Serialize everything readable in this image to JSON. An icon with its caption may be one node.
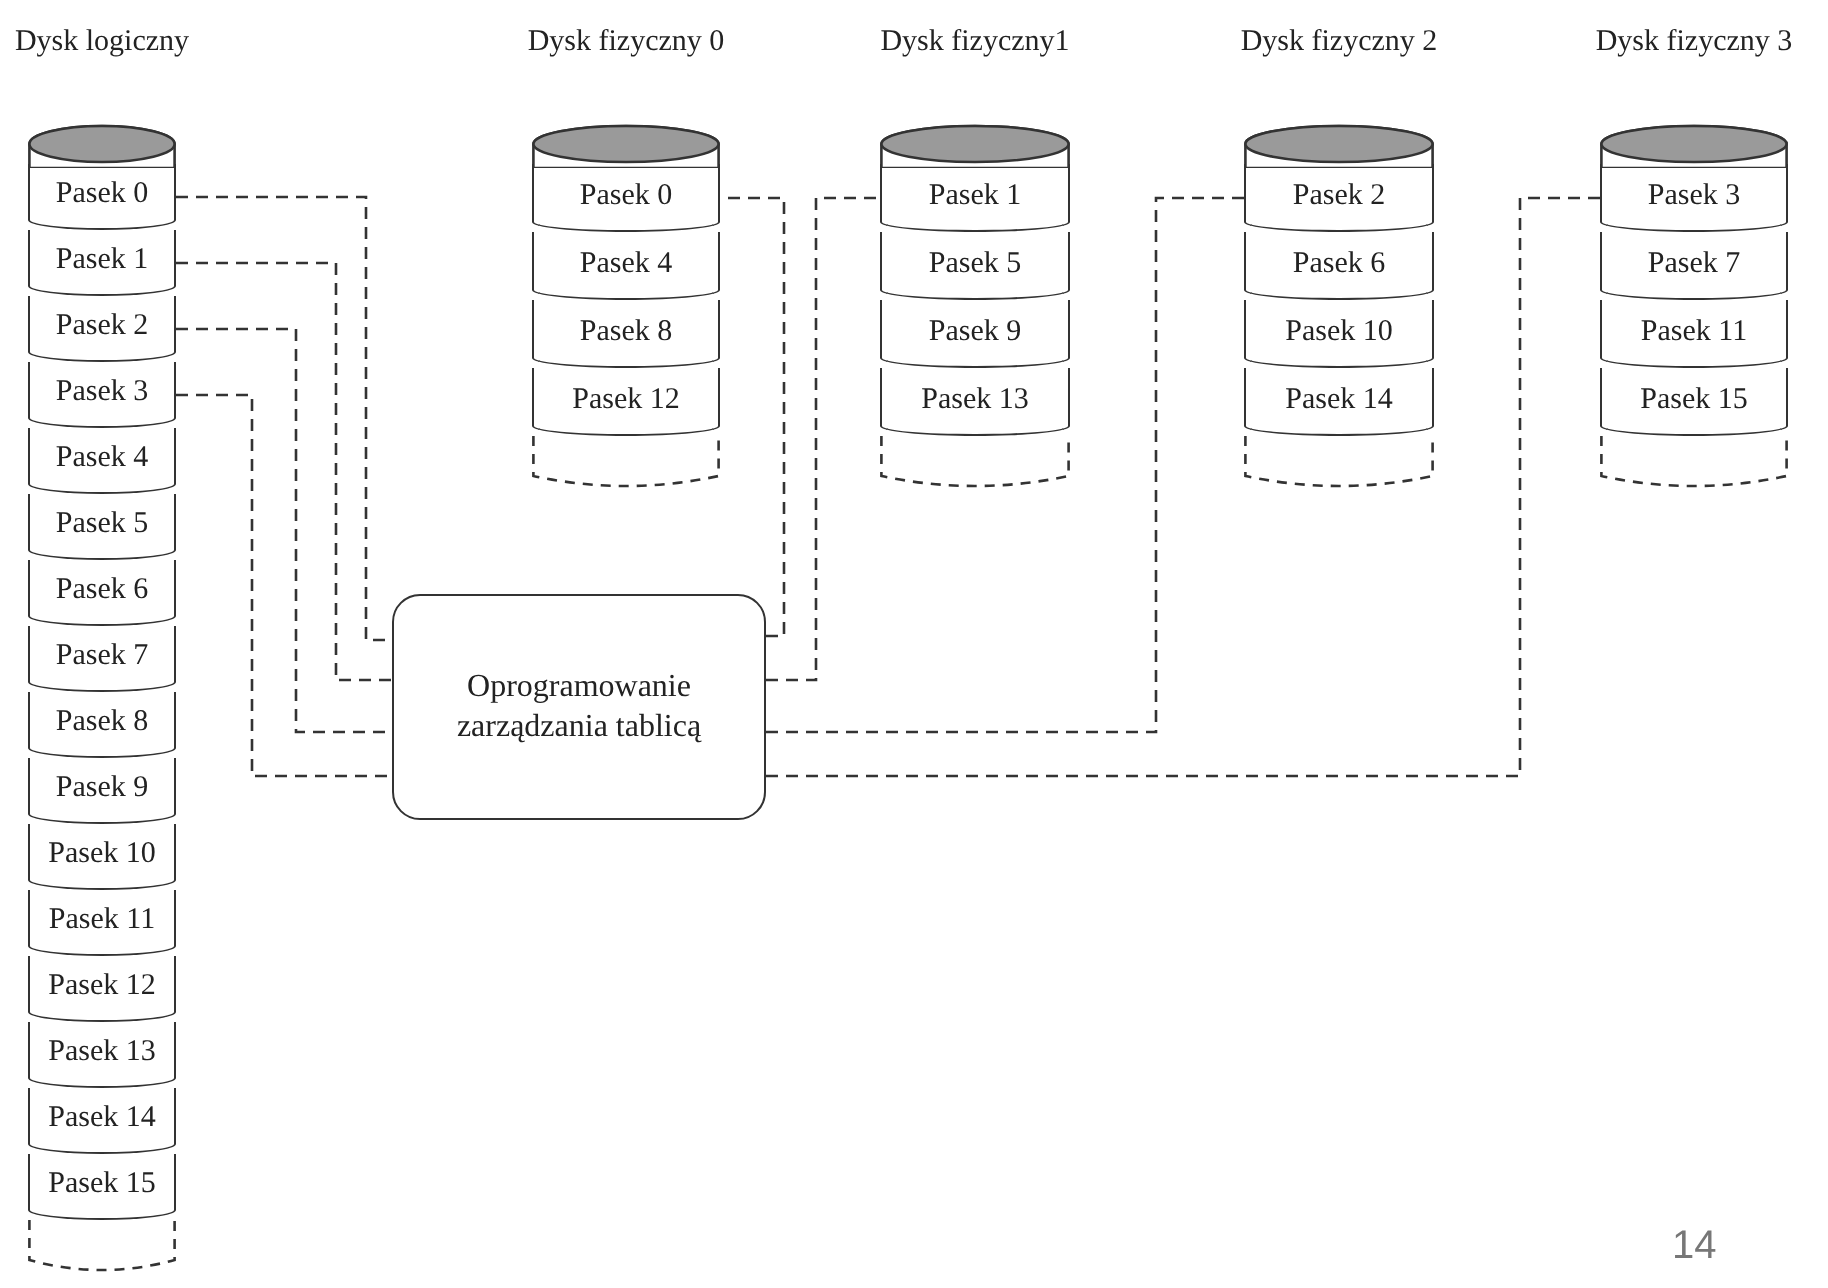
{
  "diagram": {
    "nodes": [
      {
        "text": [
          "Dysk logiczny"
        ]
      },
      {
        "text": [
          "Pasek 0"
        ],
        "in": 0
      },
      {
        "text": [
          "Pasek 1"
        ],
        "in": 0
      },
      {
        "text": [
          "Pasek 2"
        ],
        "in": 0
      },
      {
        "text": [
          "Pasek 3"
        ],
        "in": 0
      },
      {
        "text": [
          "Pasek 4"
        ],
        "in": 0
      },
      {
        "text": [
          "Pasek 5"
        ],
        "in": 0
      },
      {
        "text": [
          "Pasek 6"
        ],
        "in": 0
      },
      {
        "text": [
          "Pasek 7"
        ],
        "in": 0
      },
      {
        "text": [
          "Pasek 8"
        ],
        "in": 0
      },
      {
        "text": [
          "Pasek 9"
        ],
        "in": 0
      },
      {
        "text": [
          "Pasek 10"
        ],
        "in": 0
      },
      {
        "text": [
          "Pasek 11"
        ],
        "in": 0
      },
      {
        "text": [
          "Pasek 12"
        ],
        "in": 0
      },
      {
        "text": [
          "Pasek 13"
        ],
        "in": 0
      },
      {
        "text": [
          "Pasek 14"
        ],
        "in": 0
      },
      {
        "text": [
          "Pasek 15"
        ],
        "in": 0
      },
      {
        "text": [
          "Dysk fizyczny 0"
        ]
      },
      {
        "text": [
          "Pasek 0"
        ],
        "in": 17
      },
      {
        "text": [
          "Pasek 4"
        ],
        "in": 17
      },
      {
        "text": [
          "Pasek 8"
        ],
        "in": 17
      },
      {
        "text": [
          "Pasek 12"
        ],
        "in": 17
      },
      {
        "text": [
          "Dysk fizyczny1"
        ]
      },
      {
        "text": [
          "Pasek 1"
        ],
        "in": 22
      },
      {
        "text": [
          "Pasek 5"
        ],
        "in": 22
      },
      {
        "text": [
          "Pasek 9"
        ],
        "in": 22
      },
      {
        "text": [
          "Pasek 13"
        ],
        "in": 22
      },
      {
        "text": [
          "Dysk fizyczny 2"
        ]
      },
      {
        "text": [
          "Pasek 2"
        ],
        "in": 27
      },
      {
        "text": [
          "Pasek 6"
        ],
        "in": 27
      },
      {
        "text": [
          "Pasek 10"
        ],
        "in": 27
      },
      {
        "text": [
          "Pasek 14"
        ],
        "in": 27
      },
      {
        "text": [
          "Dysk fizyczny 3"
        ]
      },
      {
        "text": [
          "Pasek 3"
        ],
        "in": 32
      },
      {
        "text": [
          "Pasek 7"
        ],
        "in": 32
      },
      {
        "text": [
          "Pasek 11"
        ],
        "in": 32
      },
      {
        "text": [
          "Pasek 15"
        ],
        "in": 32
      },
      {
        "text": [
          "Oprogramowanie zarządzania tablicą"
        ]
      }
    ],
    "edges": [
      {
        "from": 1,
        "to": 37,
        "arrow": "none",
        "style": "dashed"
      },
      {
        "from": 2,
        "to": 37,
        "arrow": "none",
        "style": "dashed"
      },
      {
        "from": 3,
        "to": 37,
        "arrow": "none",
        "style": "dashed"
      },
      {
        "from": 4,
        "to": 37,
        "arrow": "none",
        "style": "dashed"
      },
      {
        "from": 37,
        "to": 18,
        "arrow": "none",
        "style": "dashed"
      },
      {
        "from": 37,
        "to": 23,
        "arrow": "none",
        "style": "dashed"
      },
      {
        "from": 37,
        "to": 28,
        "arrow": "none",
        "style": "dashed"
      },
      {
        "from": 37,
        "to": 33,
        "arrow": "none",
        "style": "dashed"
      }
    ],
    "labels": [
      "14"
    ]
  }
}
